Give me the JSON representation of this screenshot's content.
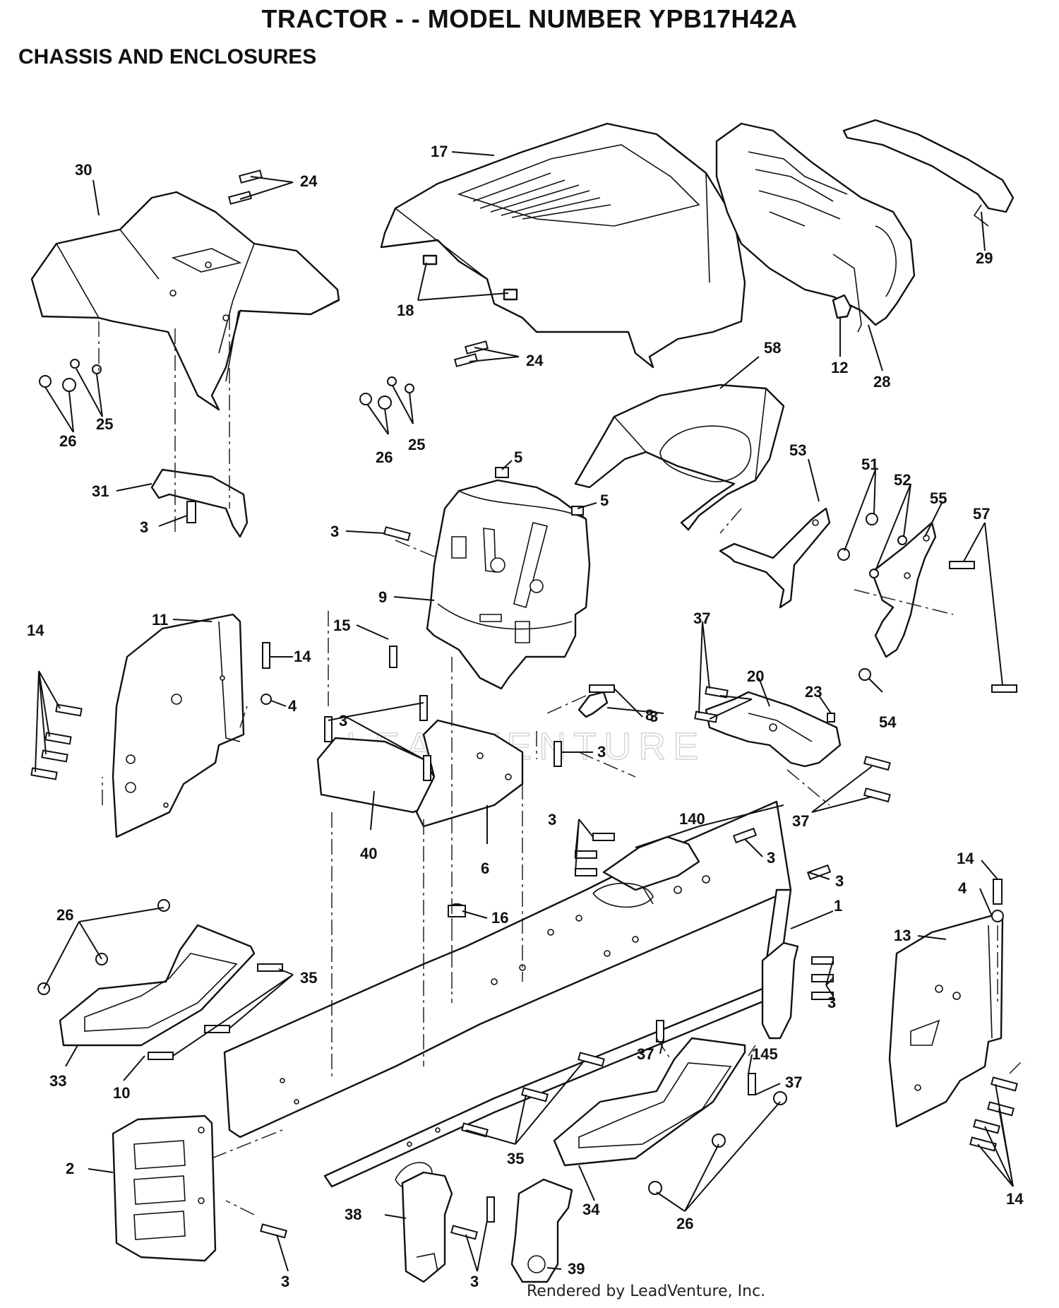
{
  "header": {
    "title": "TRACTOR - - MODEL NUMBER YPB17H42A",
    "subtitle": "CHASSIS AND ENCLOSURES"
  },
  "watermark": "LEADVENTURE",
  "footer": "Rendered by LeadVenture, Inc.",
  "callouts": [
    "30",
    "24",
    "17",
    "29",
    "18",
    "24",
    "12",
    "28",
    "58",
    "26",
    "25",
    "26",
    "25",
    "31",
    "3",
    "5",
    "5",
    "53",
    "51",
    "52",
    "55",
    "57",
    "3",
    "9",
    "37",
    "20",
    "23",
    "11",
    "14",
    "15",
    "14",
    "4",
    "3",
    "8",
    "3",
    "54",
    "37",
    "3",
    "40",
    "6",
    "3",
    "140",
    "3",
    "3",
    "1",
    "14",
    "4",
    "26",
    "16",
    "35",
    "13",
    "3",
    "37",
    "145",
    "37",
    "33",
    "10",
    "2",
    "35",
    "3",
    "34",
    "26",
    "14",
    "38",
    "3",
    "39"
  ]
}
